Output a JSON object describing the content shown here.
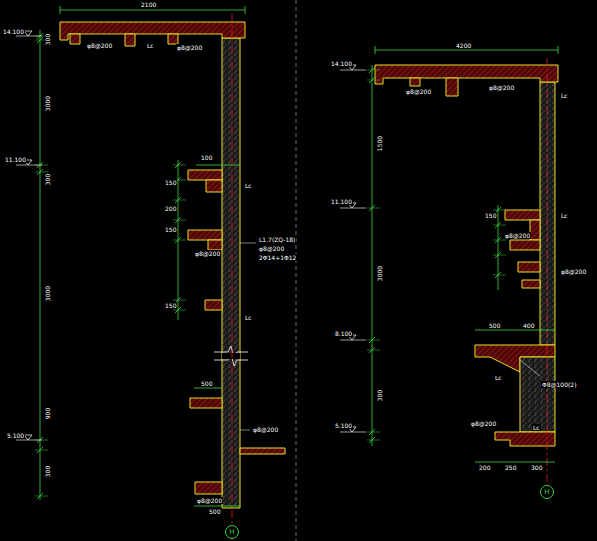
{
  "diagram": {
    "nodes": [
      {
        "text": [
          "H"
        ]
      },
      {
        "text": [
          "H"
        ]
      }
    ],
    "labels": [
      "2100",
      "14.100",
      "300",
      "3000",
      "11.100",
      "300",
      "3000",
      "5.100",
      "900",
      "300",
      "φ8@200",
      "φ8@200",
      "Lc",
      "Lc",
      "100",
      "150",
      "200",
      "150",
      "φ8@200",
      "L1.7(ZQ-18)",
      "φ8@200",
      "2Φ14+1Φ12",
      "Lc",
      "150",
      "500",
      "φ8@200",
      "φ8@200",
      "500",
      "4200",
      "14.100",
      "φ8@200",
      "φ8@200",
      "Lc",
      "1500",
      "11.100",
      "3000",
      "Lc",
      "φ8@200",
      "φ8@200",
      "150",
      "500",
      "400",
      "Lc",
      "8.100",
      "Φ8@100(2)",
      "5.100",
      "φ8@200",
      "Lc",
      "200",
      "250",
      "300",
      "300"
    ]
  }
}
